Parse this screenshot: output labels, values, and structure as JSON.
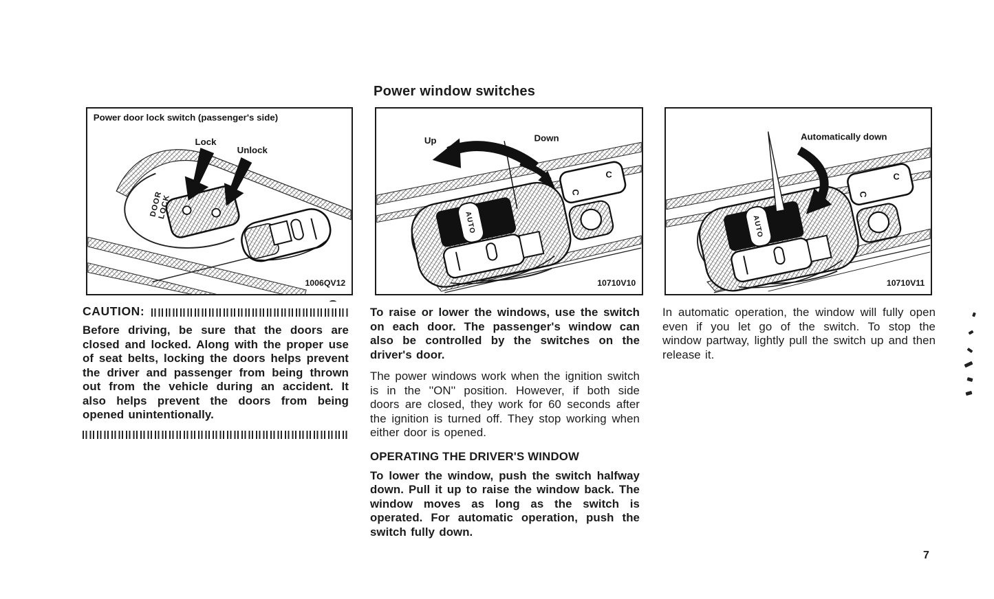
{
  "page": {
    "title": "Power window switches",
    "page_number": "7"
  },
  "colors": {
    "ink": "#1b1b1b",
    "paper": "#ffffff"
  },
  "panels": {
    "door_lock": {
      "caption": "Power door lock switch (passenger's side)",
      "label_lock": "Lock",
      "label_unlock": "Unlock",
      "switch_line1": "DOOR",
      "switch_line2": "LOCK",
      "figure_code": "1006QV12"
    },
    "window_manual": {
      "label_up": "Up",
      "label_down": "Down",
      "auto_label": "AUTO",
      "figure_code": "10710V10"
    },
    "window_auto": {
      "label_auto_down": "Automatically down",
      "auto_label": "AUTO",
      "figure_code": "10710V11"
    }
  },
  "text": {
    "left": {
      "caution_label": "CAUTION:",
      "body": "Before driving, be sure that the doors are closed and locked. Along with the proper use of seat belts, locking the doors helps prevent the driver and passenger from being thrown out from the vehicle during an accident. It also helps prevent the doors from being opened unintentionally."
    },
    "middle": {
      "para1": "To raise or lower the windows, use the switch on each door. The passenger's window can also be controlled by the switches on the driver's door.",
      "para2": "The power windows work when the ignition switch is in the ''ON'' position. However, if both side doors are closed, they work for 60 seconds after the ignition is turned off. They stop working when either door is opened.",
      "heading": "OPERATING THE DRIVER'S WINDOW",
      "para3": "To lower the window, push the switch halfway down. Pull it up to raise the window back. The window moves as long as the switch is operated. For automatic operation, push the switch fully down."
    },
    "right": {
      "para1": "In automatic operation, the window will fully open even if you let go of the switch. To stop the window partway, lightly pull the switch up and then release it."
    }
  }
}
